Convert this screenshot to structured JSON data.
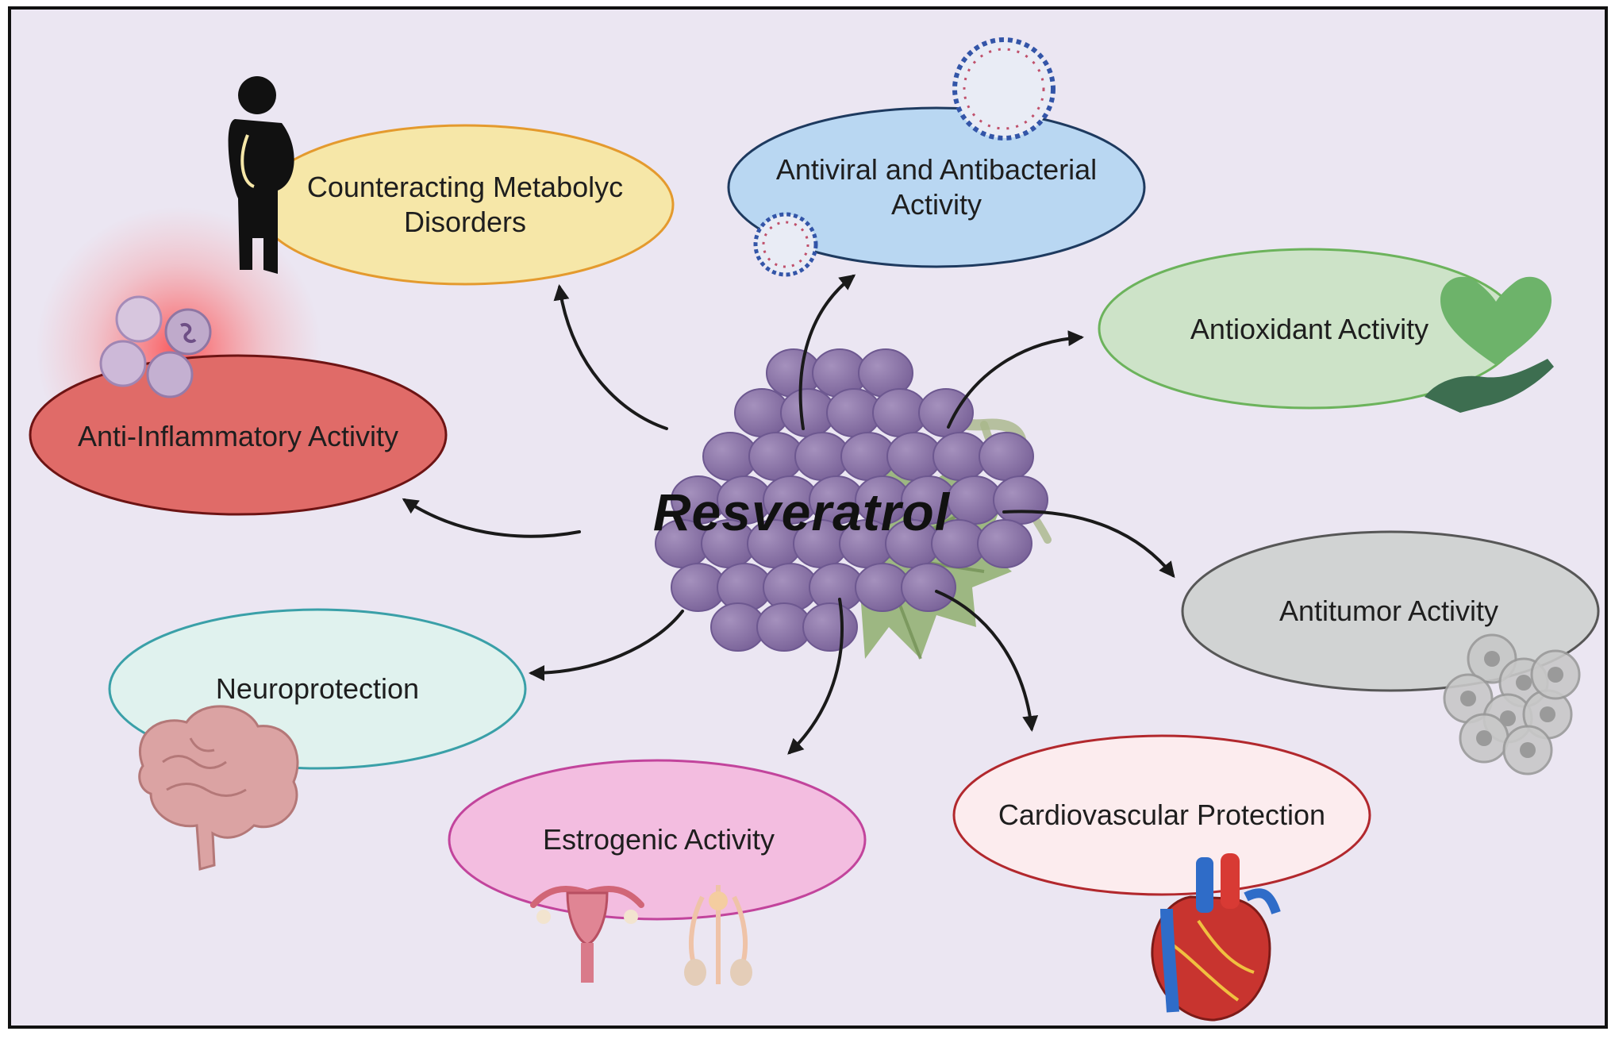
{
  "center": {
    "title": "Resveratrol"
  },
  "nodes": {
    "metabolic": {
      "line1": "Counteracting Metabolyc",
      "line2": "Disorders"
    },
    "antiviral": {
      "line1": "Antiviral and Antibacterial",
      "line2": "Activity"
    },
    "antioxidant": {
      "line1": "Antioxidant Activity"
    },
    "inflammatory": {
      "line1": "Anti-Inflammatory Activity"
    },
    "antitumor": {
      "line1": "Antitumor Activity"
    },
    "neuro": {
      "line1": "Neuroprotection"
    },
    "estrogenic": {
      "line1": "Estrogenic Activity"
    },
    "cardio": {
      "line1": "Cardiovascular Protection"
    }
  },
  "colors": {
    "background": "#ebe6f2",
    "frame": "#111111",
    "arrow": "#1a1a1a",
    "grape": "#8c75a8",
    "grape_dark": "#6d5890",
    "leaf": "#8fae6e",
    "metabolic_fill": "#f6e7a8",
    "metabolic_stroke": "#e49a2e",
    "antiviral_fill": "#b9d7f2",
    "antiviral_stroke": "#1e3a5f",
    "antioxidant_fill": "#cde3c8",
    "antioxidant_stroke": "#6cb35c",
    "inflammatory_fill": "#e06b68",
    "inflammatory_stroke": "#6d1414",
    "antitumor_fill": "#d1d3d3",
    "antitumor_stroke": "#575757",
    "neuro_fill": "#e0f2ee",
    "neuro_stroke": "#3aa0a8",
    "estrogenic_fill": "#f3bde0",
    "estrogenic_stroke": "#c2449c",
    "cardio_fill": "#fcecee",
    "cardio_stroke": "#b2282d"
  },
  "icons": [
    "person-icon",
    "virus-icon",
    "heart-hand-icon",
    "immune-cells-icon",
    "tumor-cells-icon",
    "brain-icon",
    "reproductive-organs-icon",
    "human-heart-icon",
    "grape-cluster-icon"
  ]
}
